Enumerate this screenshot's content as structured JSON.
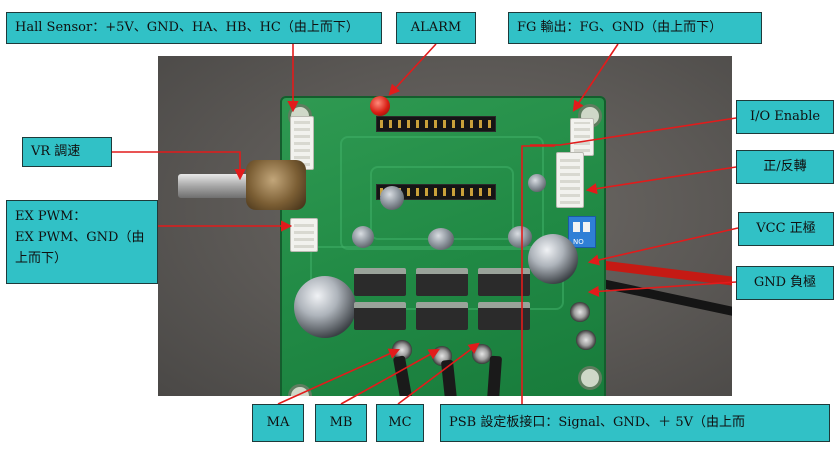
{
  "labels": {
    "hall_sensor": "Hall Sensor：+5V、GND、HA、HB、HC（由上而下）",
    "alarm": "ALARM",
    "fg_output": "FG 輸出：FG、GND（由上而下）",
    "io_enable": "I/O Enable",
    "vr_adjust": "VR 調速",
    "direction": "正/反轉",
    "ex_pwm_line1": "EX PWM：",
    "ex_pwm_line2": "EX PWM、GND（由",
    "ex_pwm_line3": "上而下）",
    "vcc_positive": "VCC 正極",
    "gnd_negative": "GND 負極",
    "ma": "MA",
    "mb": "MB",
    "mc": "MC",
    "psb_interface": "PSB 設定板接口：Signal、GND、＋ 5V（由上而"
  },
  "colors": {
    "label_fill": "#31c1c6",
    "label_border": "#1e3a3a",
    "leader_line": "#e21b1b",
    "pcb_green": "#218a45",
    "background": "#ffffff"
  },
  "board_markings": {
    "dip_switch_text": "NO"
  }
}
